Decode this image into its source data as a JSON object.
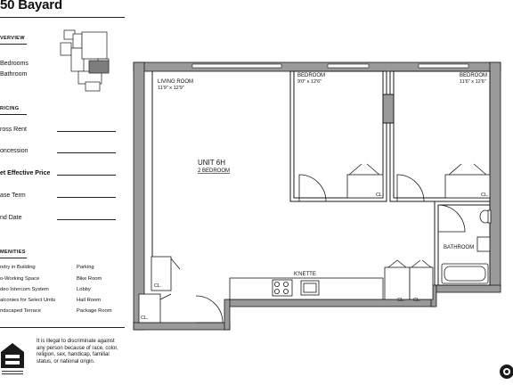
{
  "building": {
    "title": "50 Bayard"
  },
  "overview": {
    "heading": "VERVIEW",
    "bedrooms": "Bedrooms",
    "bathroom": "Bathroom"
  },
  "pricing": {
    "heading": "RICING",
    "gross_rent": "ross Rent",
    "concession": "oncession",
    "net_effective": "et Effective Price",
    "lease_term": "ase Term",
    "end_date": "nd Date"
  },
  "amenities": {
    "heading": "MENITIES",
    "left": [
      "ndry in Building",
      "o-Working Space",
      "deo Intercom System",
      "alconies for Select Units",
      "ndscaped Terrace"
    ],
    "right": [
      "Parking",
      "Bike Room",
      "Lobby",
      "Hall Room",
      "Package Room"
    ]
  },
  "notice": {
    "text": "It is illegal to discriminate against any person because of race, color, religion, sex, handicap, familial status, or national origin."
  },
  "floorplan": {
    "living_room": {
      "name": "LIVING ROOM",
      "dims": "11'9\" x 12'9\""
    },
    "bedroom1": {
      "name": "BEDROOM",
      "dims": "9'0\" x 12'6\""
    },
    "bedroom2": {
      "name": "BEDROOM",
      "dims": "11'6\" x 12'6\""
    },
    "unit": {
      "name": "UNIT 6H",
      "type": "2 BEDROOM"
    },
    "kitchenette": "K'NETTE",
    "bathroom": "BATHROOM",
    "closet": "CL."
  },
  "colors": {
    "wall": "#9a9a9a",
    "line": "#1a1a1a"
  }
}
